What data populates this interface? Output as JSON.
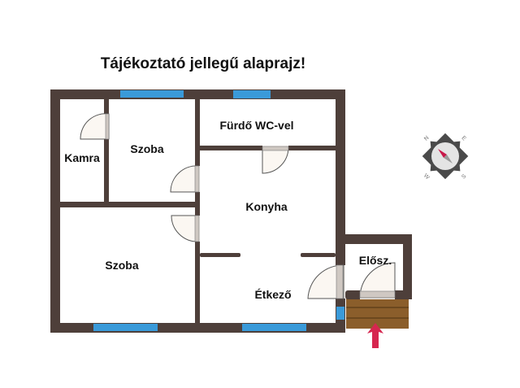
{
  "title": "Tájékoztató jellegű alaprajz!",
  "rooms": {
    "kamra": "Kamra",
    "szoba_top": "Szoba",
    "furdo": "Fürdő WC-vel",
    "konyha": "Konyha",
    "szoba_bottom": "Szoba",
    "etkezo": "Étkező",
    "eloszoba": "Elősz."
  },
  "compass": {
    "n": "N",
    "e": "E",
    "s": "S",
    "w": "W"
  },
  "colors": {
    "wall": "#4e3f3a",
    "window": "#3a9ad9",
    "entrance_arrow": "#d6264f",
    "steps": "#8b5e2b"
  }
}
